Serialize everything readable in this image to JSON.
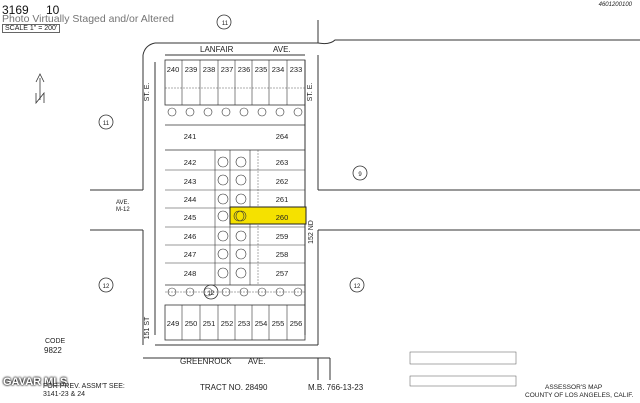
{
  "header": {
    "map_number": "3169",
    "sheet": "10",
    "scale": "SCALE 1\" = 200'",
    "corner_code": "4601200100"
  },
  "watermark": "Photo Virtually Staged and/or Altered",
  "streets": {
    "top": "LANFAIR",
    "top_suffix": "AVE.",
    "bottom": "GREENROCK",
    "bottom_suffix": "AVE.",
    "left_ave": "AVE.",
    "left_ave_num": "M-12",
    "right": "152 ND",
    "left_bottom": "151 ST",
    "left_top": "ST. E.",
    "right_top": "ST. E."
  },
  "circle_labels": {
    "top": "11",
    "left": "11",
    "right": "9",
    "bottom_left": "12",
    "bottom_mid": "12",
    "bottom_right": "12"
  },
  "row1_lots": [
    "240",
    "239",
    "238",
    "237",
    "236",
    "235",
    "234",
    "233"
  ],
  "row2_lots": [
    "249",
    "250",
    "251",
    "252",
    "253",
    "254",
    "255",
    "256"
  ],
  "left_lots": [
    "241",
    "242",
    "243",
    "244",
    "245",
    "246",
    "247",
    "248"
  ],
  "right_lots": [
    "264",
    "263",
    "262",
    "261",
    "260",
    "259",
    "258",
    "257"
  ],
  "highlighted_lot": "260",
  "code": {
    "label": "CODE",
    "value": "9822"
  },
  "footer": {
    "mls": "GAVAR MLS",
    "prev": "FOR PREV. ASSM'T SEE:",
    "prev_ref": "3141-23 & 24",
    "tract": "TRACT NO. 28490",
    "mb": "M.B. 766-13-23",
    "assessor": "ASSESSOR'S MAP",
    "county": "COUNTY OF LOS ANGELES, CALIF."
  },
  "colors": {
    "highlight": "#f5e100",
    "ink": "#222222"
  }
}
